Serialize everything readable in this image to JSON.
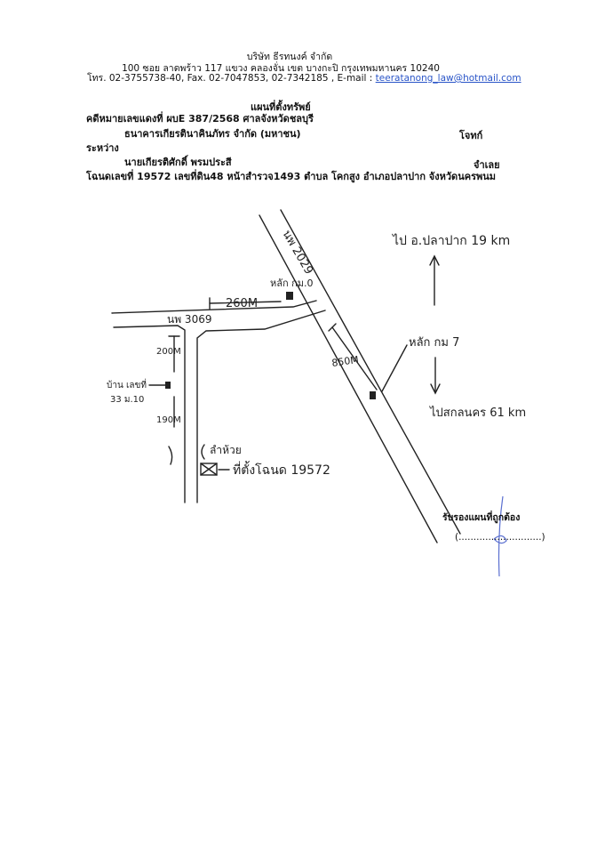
{
  "header": {
    "company": "บริษัท ธีรทนงค์ จำกัด",
    "address": "100 ซอย ลาดพร้าว 117 แขวง คลองจั่น เขต บางกะปิ กรุงเทพมหานคร 10240",
    "contact_prefix": "โทร. 02-3755738-40, Fax. 02-7047853, 02-7342185 , E-mail : ",
    "email": "teeratanong_law@hotmail.com"
  },
  "document": {
    "title": "แผนที่ตั้งทรัพย์",
    "case_no": "คดีหมายเลขแดงที่ ผบE 387/2568 ศาลจังหวัดชลบุรี",
    "plaintiff": "ธนาคารเกียรตินาคินภัทร จำกัด (มหาชน)",
    "plaintiff_role": "โจทก์",
    "between": "ระหว่าง",
    "defendant": "นายเกียรติศักดิ์ พรมประสี",
    "defendant_role": "จำเลย",
    "deed": "โฉนดเลขที่ 19572 เลขที่ดิน48 หน้าสำรวจ1493 ตำบล โคกสูง อำเภอปลาปาก จังหวัดนครพนม"
  },
  "map": {
    "road_diagonal": "นพ 2029",
    "road_horizontal": "นพ 3069",
    "km_marker_upper": "หลัก กม.0",
    "km_marker_right": "หลัก กม 7",
    "to_north": "ไป อ.ปลาปาก 19 km",
    "to_south": "ไปสกลนคร 61 km",
    "dist_260": "260M",
    "dist_850": "850M",
    "dist_200": "200M",
    "dist_190": "190M",
    "house": "บ้าน เลขที่ 33 ม.10",
    "creek": "ลำห้วย",
    "land_label": "ที่ตั้งโฉนด 19572"
  },
  "certification": {
    "label": "รับรองแผนที่ถูกต้อง",
    "signature_line": "(............................)"
  }
}
